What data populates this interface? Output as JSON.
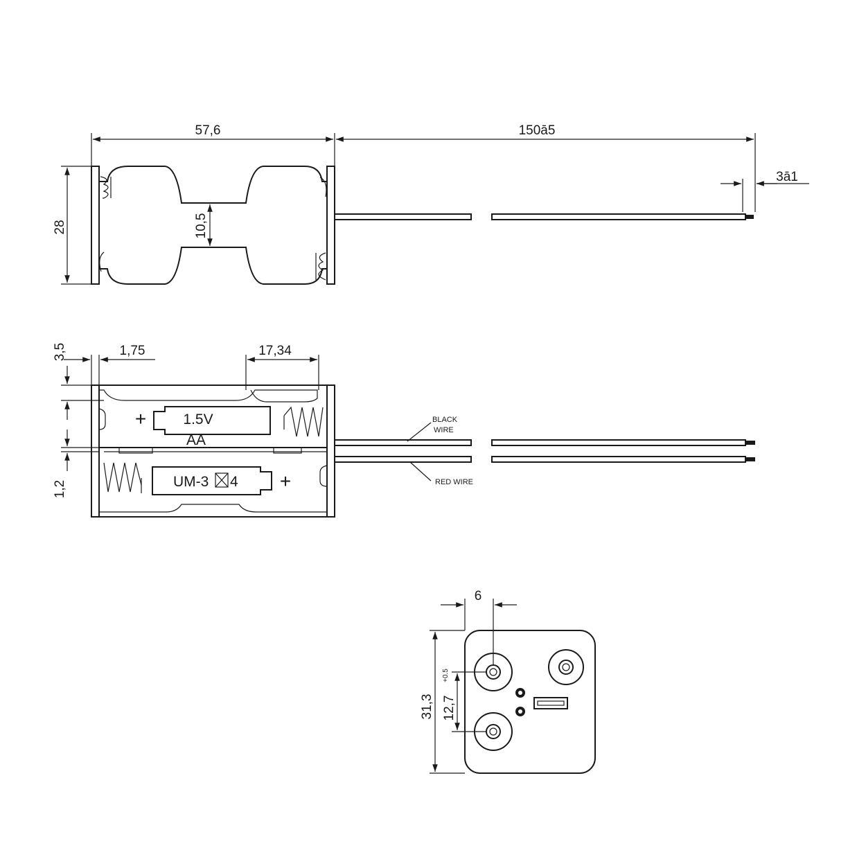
{
  "top_view": {
    "dim_length": "57,6",
    "dim_height": "28",
    "dim_gap": "10,5",
    "dim_wire_length": "150ā5",
    "dim_strip": "3ā1"
  },
  "side_view": {
    "dim_top_offset": "3,5",
    "dim_edge": "1,75",
    "dim_contact": "17,34",
    "dim_bottom_offset": "1,2",
    "battery_voltage": "1.5V",
    "battery_size": "AA",
    "battery_code": "UM-3",
    "battery_suffix": "4",
    "plus_sign": "+",
    "black_wire_line1": "BLACK",
    "black_wire_line2": "WIRE",
    "red_wire_label": "RED WIRE"
  },
  "end_view": {
    "dim_pitch": "6",
    "dim_height": "31,3",
    "dim_spacing": "12,7",
    "dim_tolerance": "+0.5"
  }
}
